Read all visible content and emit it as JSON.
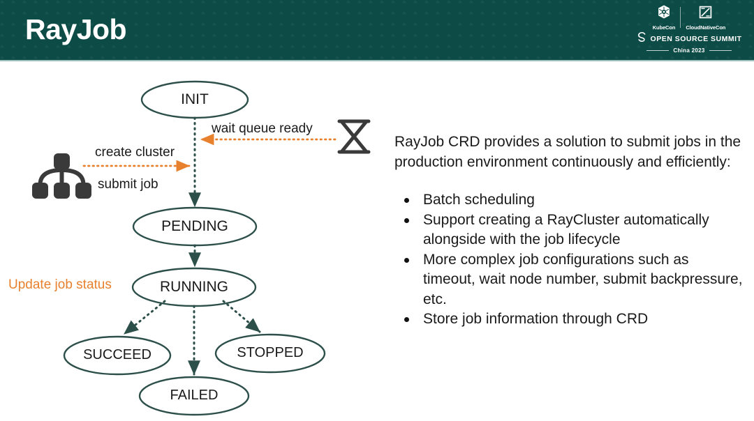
{
  "header": {
    "title": "RayJob",
    "background_color": "#0d4b46",
    "title_color": "#ffffff",
    "logo": {
      "kubecon_label": "KubeCon",
      "cloudnativecon_label": "CloudNativeCon",
      "summit_label": "OPEN SOURCE SUMMIT",
      "edition_label": "China 2023",
      "kubecon_icon": "kubernetes-helm-icon",
      "cloudnativecon_icon": "cloudnativecon-square-icon",
      "summit_icon": "open-source-summit-s-icon"
    }
  },
  "diagram": {
    "type": "state-machine",
    "node_stroke_color": "#2d4f4a",
    "accent_color": "#e8812e",
    "edge_color": "#2d4f4a",
    "nodes": [
      {
        "id": "init",
        "label": "INIT"
      },
      {
        "id": "pending",
        "label": "PENDING"
      },
      {
        "id": "running",
        "label": "RUNNING"
      },
      {
        "id": "succeed",
        "label": "SUCCEED"
      },
      {
        "id": "failed",
        "label": "FAILED"
      },
      {
        "id": "stopped",
        "label": "STOPPED"
      }
    ],
    "edge_labels": {
      "wait_queue_ready": "wait queue ready",
      "create_cluster": "create cluster",
      "submit_job": "submit job",
      "update_job_status": "Update job status"
    },
    "icons": {
      "cluster": "cluster-topology-icon",
      "timer": "hourglass-icon"
    }
  },
  "content": {
    "intro": "RayJob CRD provides a solution to submit jobs in the production environment continuously and efficiently:",
    "bullets": [
      "Batch scheduling",
      "Support creating a RayCluster automatically alongside with the job lifecycle",
      "More complex job configurations such as timeout, wait node number, submit backpressure, etc.",
      "Store job information through CRD"
    ]
  }
}
